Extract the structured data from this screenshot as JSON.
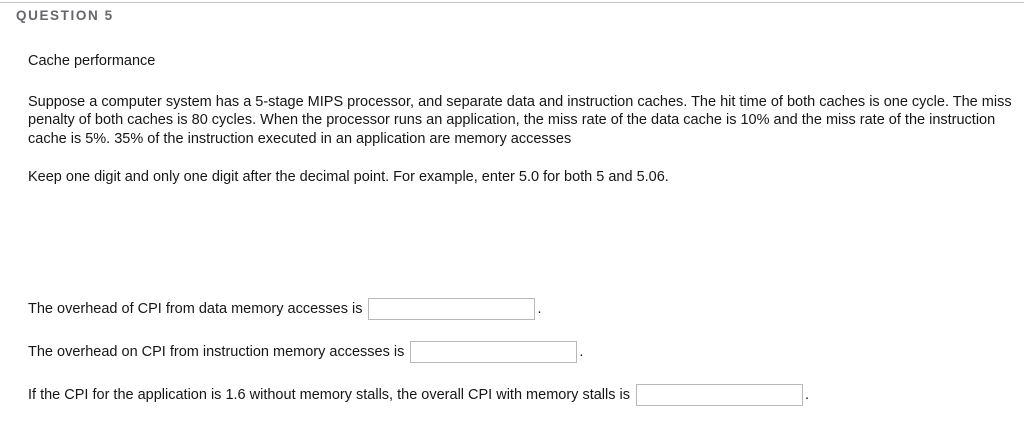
{
  "header": {
    "title": "QUESTION 5",
    "rule_color": "#c3c3c3",
    "title_color": "#67676b"
  },
  "question": {
    "topic": "Cache performance",
    "prompt": "Suppose a computer system has a 5-stage MIPS processor, and separate data and instruction caches. The hit time of both caches is one cycle. The miss penalty of both caches is 80 cycles. When the processor runs an application, the miss rate of the data cache is 10% and the miss rate of the instruction cache is 5%. 35% of the instruction executed in an application are memory accesses",
    "note": "Keep one digit and only one digit after the decimal point. For example, enter 5.0 for both 5 and 5.06."
  },
  "answers": [
    {
      "label": "The overhead of CPI from data memory accesses is",
      "value": "",
      "placeholder": "",
      "trailing": "."
    },
    {
      "label": "The overhead on CPI from instruction memory accesses is",
      "value": "",
      "placeholder": "",
      "trailing": "."
    },
    {
      "label": "If the CPI for the application is 1.6 without memory stalls, the overall CPI with memory stalls is",
      "value": "",
      "placeholder": "",
      "trailing": "."
    }
  ]
}
